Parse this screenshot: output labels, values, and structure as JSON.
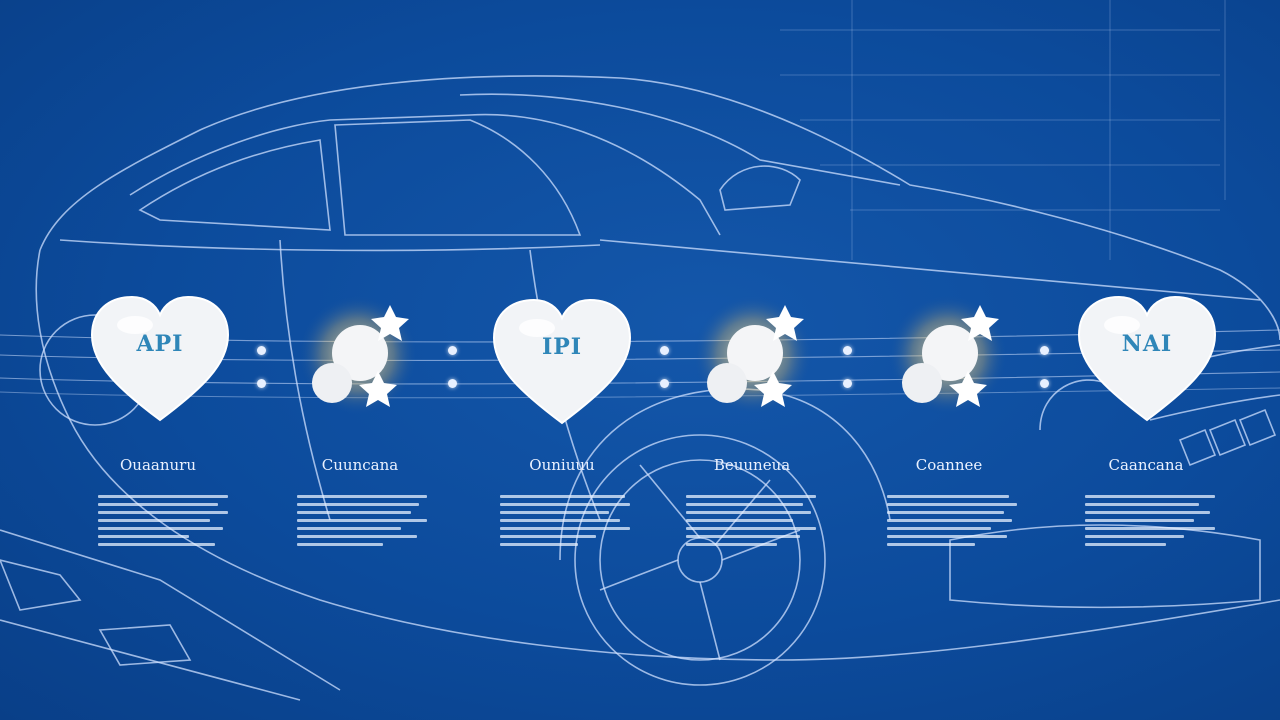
{
  "colors": {
    "background": "#0b4a9a",
    "line": "#cfe0ff",
    "heart": "#f2f4f7",
    "heart_text": "#2f86b8"
  },
  "nodes": [
    {
      "shape": "heart",
      "icon": "heart-icon",
      "label": "API",
      "caption": "Ouaanuru"
    },
    {
      "shape": "cloud-stars",
      "icon": "cloud-star-icon",
      "label": "",
      "caption": "Cuuncana"
    },
    {
      "shape": "heart",
      "icon": "heart-icon",
      "label": "IPI",
      "caption": "Ouniuuu"
    },
    {
      "shape": "cloud-stars",
      "icon": "cloud-star-icon",
      "label": "",
      "caption": "Beuuneua"
    },
    {
      "shape": "cloud-stars",
      "icon": "cloud-star-icon",
      "label": "",
      "caption": "Coannee"
    },
    {
      "shape": "heart",
      "icon": "heart-icon",
      "label": "NAI",
      "caption": "Caancana"
    }
  ]
}
